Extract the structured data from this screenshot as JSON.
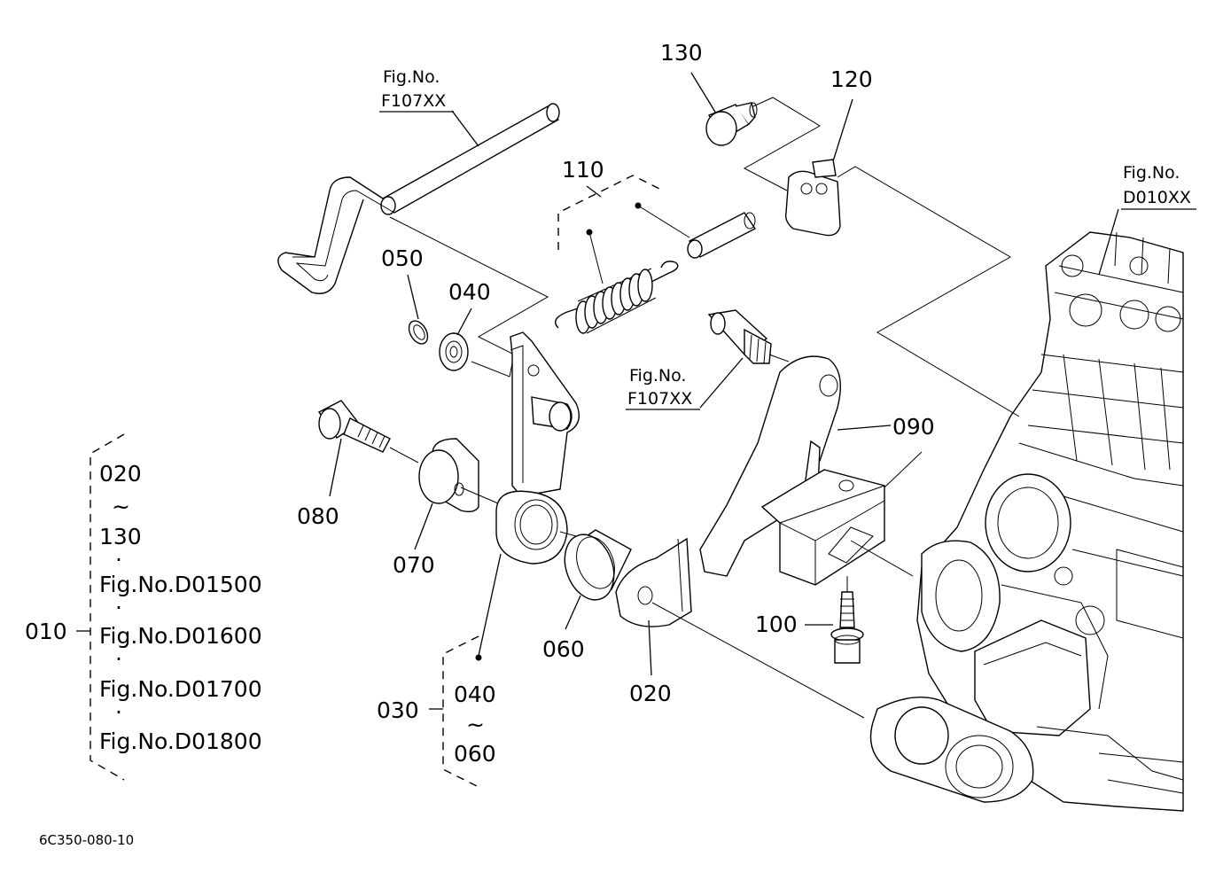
{
  "labels": {
    "p010": "010",
    "p020": "020",
    "p030": "030",
    "p040": "040",
    "p050": "050",
    "p060": "060",
    "p070": "070",
    "p080": "080",
    "p090": "090",
    "p100": "100",
    "p110": "110",
    "p120": "120",
    "p130": "130"
  },
  "fig_refs": {
    "top_left": {
      "line1": "Fig.No.",
      "line2": "F107XX"
    },
    "middle": {
      "line1": "Fig.No.",
      "line2": "F107XX"
    },
    "right": {
      "line1": "Fig.No.",
      "line2": "D010XX"
    }
  },
  "group_010": {
    "from": "020",
    "tilde": "~",
    "to": "130",
    "dot": "·",
    "figs": [
      "Fig.No.D01500",
      "Fig.No.D01600",
      "Fig.No.D01700",
      "Fig.No.D01800"
    ]
  },
  "group_030": {
    "from": "040",
    "tilde": "~",
    "to": "060"
  },
  "drawing_code": "6C350-080-10"
}
